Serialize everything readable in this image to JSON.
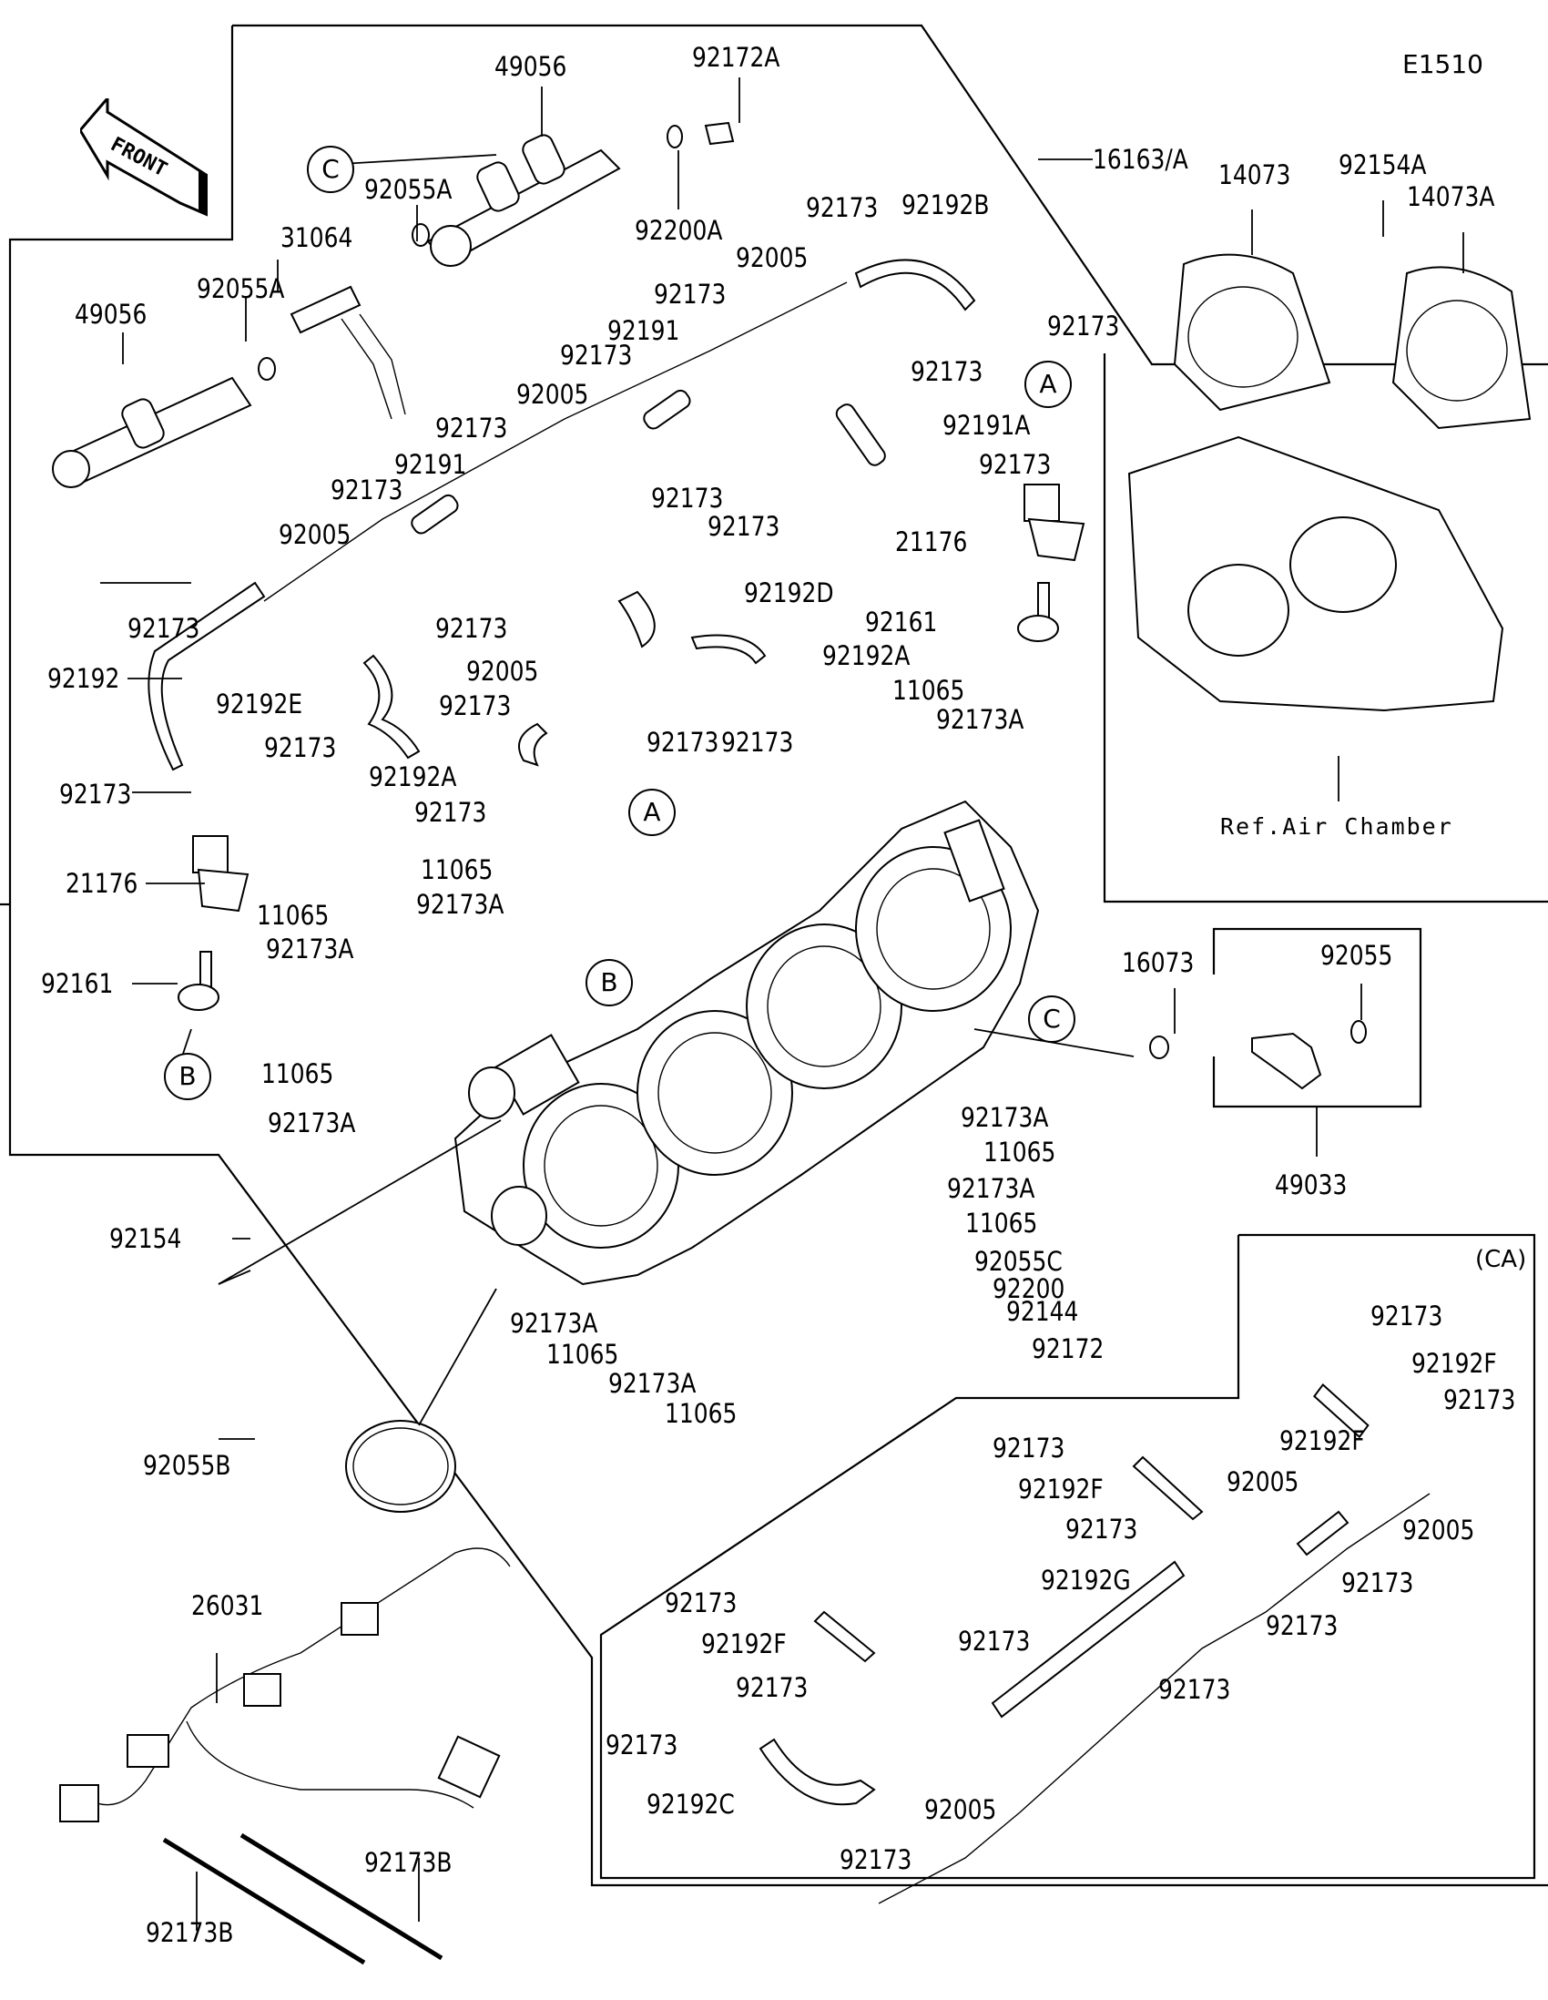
{
  "diagram": {
    "code": "E1510",
    "front_label": "FRONT",
    "ref_note": "Ref.Air Chamber",
    "variant_tag": "(CA)",
    "ref_markers": [
      "A",
      "B",
      "C"
    ],
    "labels": [
      {
        "id": "l1",
        "text": "49056"
      },
      {
        "id": "l2",
        "text": "92172A"
      },
      {
        "id": "l3",
        "text": "16163/A"
      },
      {
        "id": "l4",
        "text": "92200A"
      },
      {
        "id": "l5",
        "text": "92055A"
      },
      {
        "id": "l6",
        "text": "31064"
      },
      {
        "id": "l7",
        "text": "92055A"
      },
      {
        "id": "l8",
        "text": "49056"
      },
      {
        "id": "l9",
        "text": "92173"
      },
      {
        "id": "l10",
        "text": "92192B"
      },
      {
        "id": "l11",
        "text": "92005"
      },
      {
        "id": "l12",
        "text": "92173"
      },
      {
        "id": "l13",
        "text": "92191"
      },
      {
        "id": "l14",
        "text": "92173"
      },
      {
        "id": "l15",
        "text": "92173"
      },
      {
        "id": "l16",
        "text": "92191A"
      },
      {
        "id": "l17",
        "text": "92173"
      },
      {
        "id": "l18",
        "text": "92173"
      },
      {
        "id": "l19",
        "text": "92005"
      },
      {
        "id": "l20",
        "text": "92173"
      },
      {
        "id": "l21",
        "text": "92191"
      },
      {
        "id": "l22",
        "text": "92173"
      },
      {
        "id": "l23",
        "text": "92173"
      },
      {
        "id": "l24",
        "text": "92173"
      },
      {
        "id": "l25",
        "text": "92005"
      },
      {
        "id": "l26",
        "text": "92192D"
      },
      {
        "id": "l27",
        "text": "21176"
      },
      {
        "id": "l28",
        "text": "92161"
      },
      {
        "id": "l29",
        "text": "92173"
      },
      {
        "id": "l30",
        "text": "92173"
      },
      {
        "id": "l31",
        "text": "92192"
      },
      {
        "id": "l32",
        "text": "92192E"
      },
      {
        "id": "l33",
        "text": "92173"
      },
      {
        "id": "l34",
        "text": "92005"
      },
      {
        "id": "l35",
        "text": "92192A"
      },
      {
        "id": "l36",
        "text": "92173"
      },
      {
        "id": "l37",
        "text": "11065"
      },
      {
        "id": "l38",
        "text": "92173"
      },
      {
        "id": "l39",
        "text": "92173A"
      },
      {
        "id": "l40",
        "text": "92173"
      },
      {
        "id": "l41",
        "text": "92192A"
      },
      {
        "id": "l42",
        "text": "92173"
      },
      {
        "id": "l43",
        "text": "92173"
      },
      {
        "id": "l44",
        "text": "21176"
      },
      {
        "id": "l45",
        "text": "11065"
      },
      {
        "id": "l46",
        "text": "11065"
      },
      {
        "id": "l47",
        "text": "92173A"
      },
      {
        "id": "l48",
        "text": "92173A"
      },
      {
        "id": "l49",
        "text": "92161"
      },
      {
        "id": "l50",
        "text": "11065"
      },
      {
        "id": "l51",
        "text": "92173A"
      },
      {
        "id": "l52",
        "text": "16073"
      },
      {
        "id": "l53",
        "text": "92055"
      },
      {
        "id": "l54",
        "text": "49033"
      },
      {
        "id": "l55",
        "text": "92173A"
      },
      {
        "id": "l56",
        "text": "11065"
      },
      {
        "id": "l57",
        "text": "92173A"
      },
      {
        "id": "l58",
        "text": "11065"
      },
      {
        "id": "l59",
        "text": "92055C"
      },
      {
        "id": "l60",
        "text": "92200"
      },
      {
        "id": "l61",
        "text": "92144"
      },
      {
        "id": "l62",
        "text": "92172"
      },
      {
        "id": "l63",
        "text": "92154"
      },
      {
        "id": "l64",
        "text": "92173A"
      },
      {
        "id": "l65",
        "text": "11065"
      },
      {
        "id": "l66",
        "text": "92173A"
      },
      {
        "id": "l67",
        "text": "11065"
      },
      {
        "id": "l68",
        "text": "92055B"
      },
      {
        "id": "l69",
        "text": "26031"
      },
      {
        "id": "l70",
        "text": "92173B"
      },
      {
        "id": "l71",
        "text": "92173B"
      },
      {
        "id": "l72",
        "text": "14073"
      },
      {
        "id": "l73",
        "text": "92154A"
      },
      {
        "id": "l74",
        "text": "14073A"
      },
      {
        "id": "l75",
        "text": "92173"
      },
      {
        "id": "l76",
        "text": "92192F"
      },
      {
        "id": "l77",
        "text": "92173"
      },
      {
        "id": "l78",
        "text": "92173"
      },
      {
        "id": "l79",
        "text": "92192F"
      },
      {
        "id": "l80",
        "text": "92192F"
      },
      {
        "id": "l81",
        "text": "92005"
      },
      {
        "id": "l82",
        "text": "92173"
      },
      {
        "id": "l83",
        "text": "92005"
      },
      {
        "id": "l84",
        "text": "92173"
      },
      {
        "id": "l85",
        "text": "92192G"
      },
      {
        "id": "l86",
        "text": "92173"
      },
      {
        "id": "l87",
        "text": "92173"
      },
      {
        "id": "l88",
        "text": "92173"
      },
      {
        "id": "l89",
        "text": "92192F"
      },
      {
        "id": "l90",
        "text": "92173"
      },
      {
        "id": "l91",
        "text": "92173"
      },
      {
        "id": "l92",
        "text": "92173"
      },
      {
        "id": "l93",
        "text": "92192C"
      },
      {
        "id": "l94",
        "text": "92005"
      },
      {
        "id": "l95",
        "text": "92173"
      }
    ]
  }
}
